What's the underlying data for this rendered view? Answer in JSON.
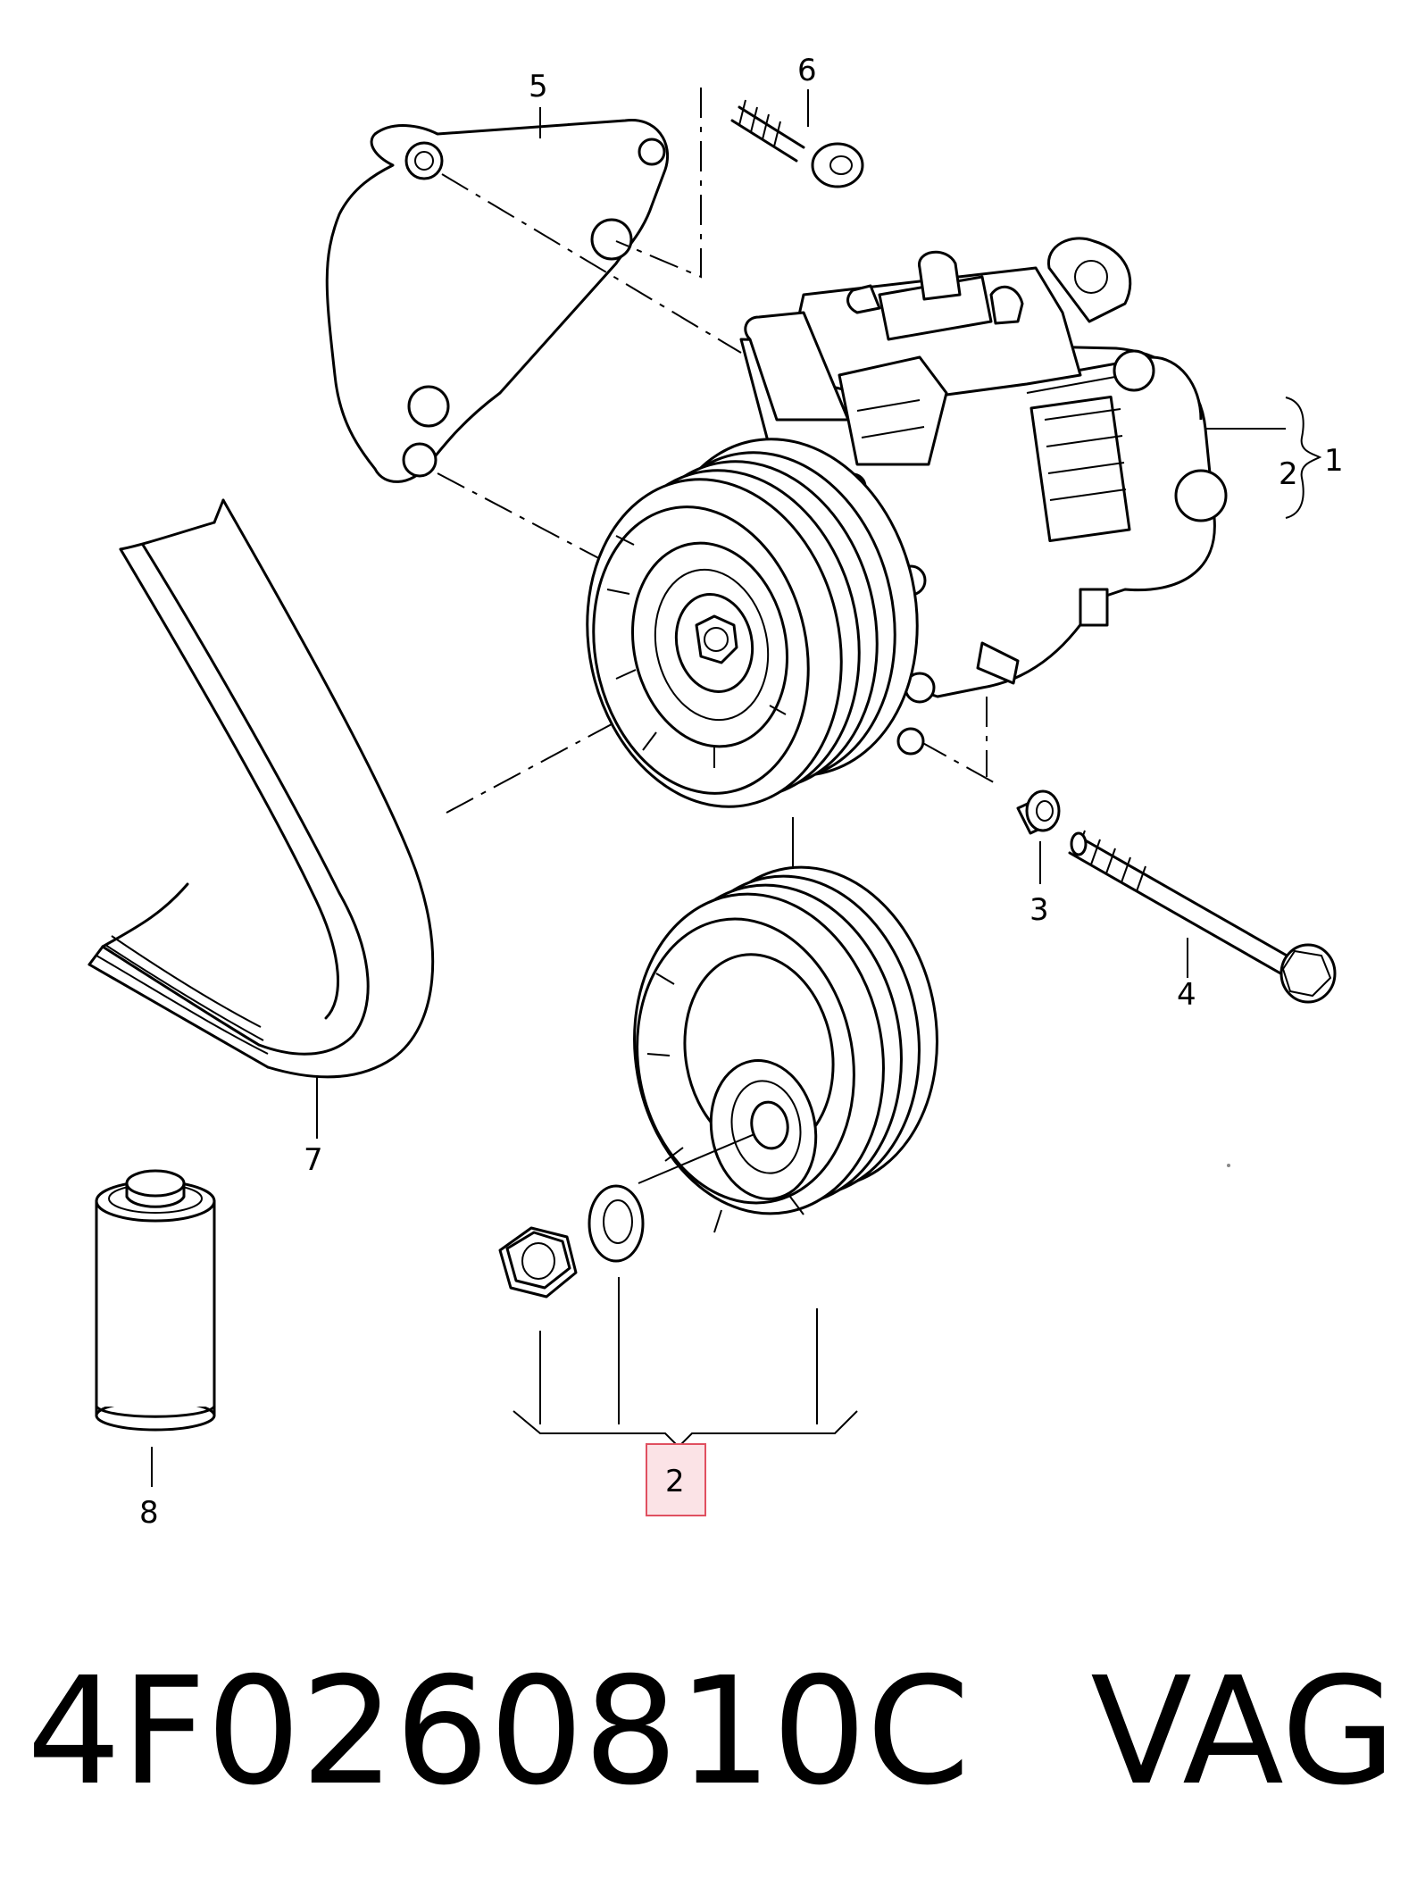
{
  "callouts": {
    "c1": "1",
    "c2_top": "2",
    "c2_bottom": "2",
    "c3": "3",
    "c4": "4",
    "c5": "5",
    "c6": "6",
    "c7": "7",
    "c8": "8"
  },
  "caption": {
    "part_number": "4F0260810C",
    "brand": "VAG"
  },
  "colors": {
    "highlight_fill": "#fbe3e6",
    "highlight_stroke": "#e05060"
  }
}
